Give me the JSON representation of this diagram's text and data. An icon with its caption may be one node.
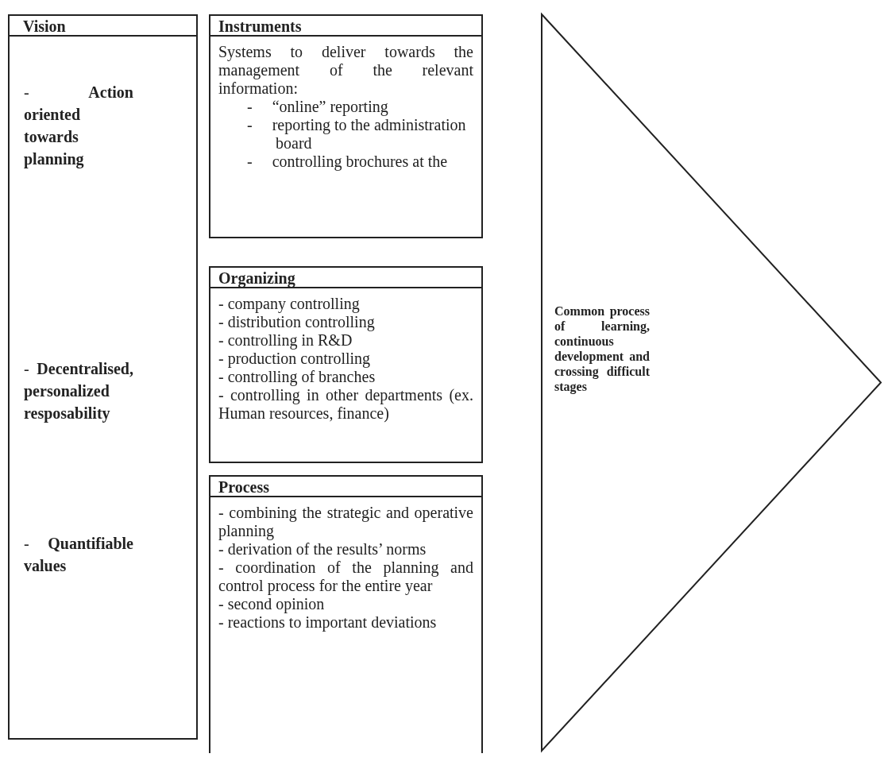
{
  "diagram": {
    "nodes": [
      {
        "text": [
          "Vision",
          "- **Action oriented towards planning**",
          "- **Decentralised, personalized resposability**",
          "- **Quantifiable values**"
        ]
      },
      {
        "text": [
          "Instruments",
          "Systems to deliver towards the management of the relevant information:",
          "-     “online” reporting",
          "-     reporting to the administration board",
          "-     controlling brochures at the"
        ]
      },
      {
        "text": [
          "Organizing",
          "- company controlling",
          "- distribution controlling",
          "- controlling in R&D",
          "- production controlling",
          "- controlling of branches",
          "- controlling in other departments (ex. Human resources, finance)"
        ]
      },
      {
        "text": [
          "Process",
          "- combining the strategic and operative planning",
          "- derivation of the results’ norms",
          "- coordination of the planning and control  process for the entire year",
          "- second opinion",
          "- reactions to important deviations"
        ]
      },
      {
        "text": [
          "Common process of learning, continuous development and crossing difficult stages"
        ]
      }
    ]
  }
}
